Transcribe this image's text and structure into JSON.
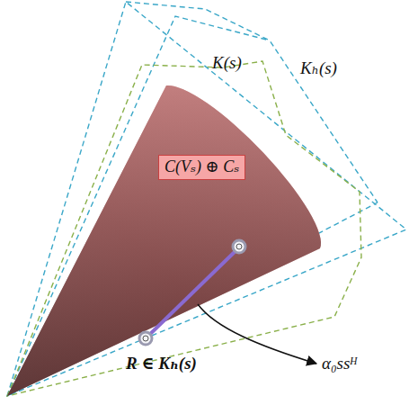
{
  "diagram": {
    "nodes": [
      {
        "text": [
          "C(Vₛ) ⊕ Cₛ"
        ]
      }
    ],
    "labels": [
      "K(s)",
      "Kₕ(s)",
      "R ∈ Kₕ(s)",
      "α₀ssᴴ"
    ]
  }
}
